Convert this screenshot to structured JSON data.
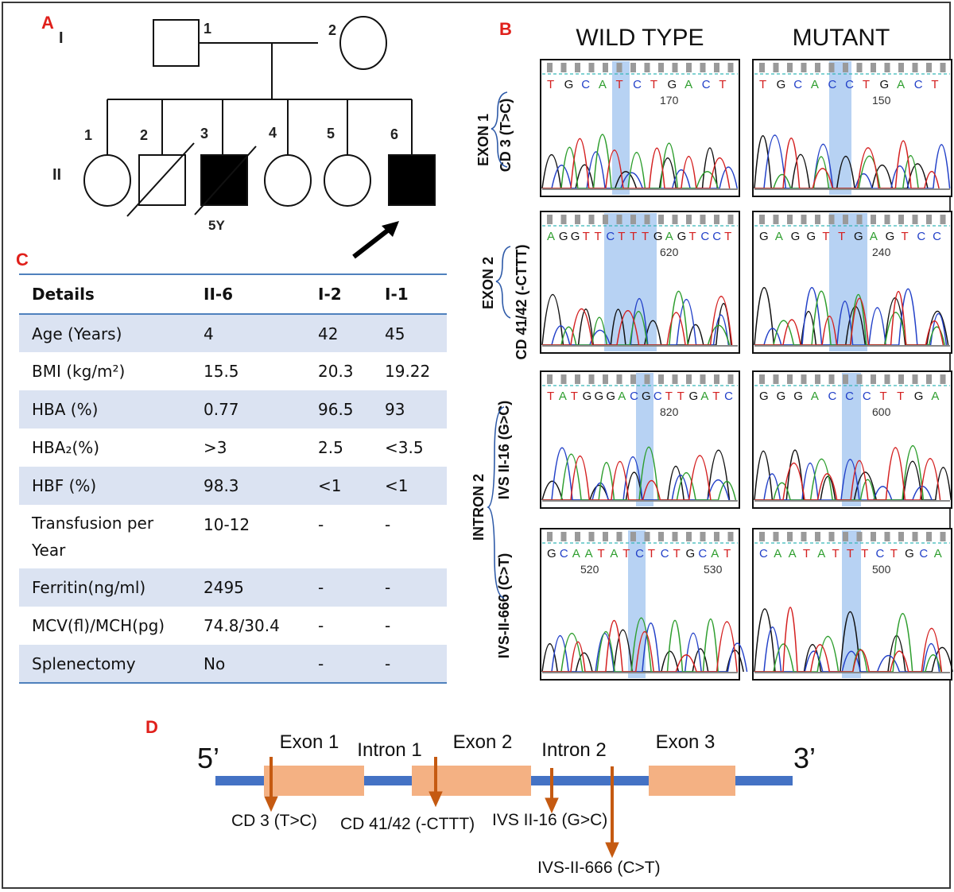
{
  "panels": {
    "a": "A",
    "b": "B",
    "c": "C",
    "d": "D"
  },
  "pedigree": {
    "generations": [
      "I",
      "II"
    ],
    "gen1_numbers": [
      "1",
      "2"
    ],
    "gen2_numbers": [
      "1",
      "2",
      "3",
      "4",
      "5",
      "6"
    ],
    "age_label": "5Y"
  },
  "chromatograms": {
    "headers": {
      "wild_type": "WILD TYPE",
      "mutant": "MUTANT"
    },
    "groups": [
      {
        "label": "EXON 1",
        "mutation": "CD 3 (T>C)"
      },
      {
        "label": "EXON 2",
        "mutation": "CD 41/42 (-CTTT)"
      },
      {
        "label": "INTRON 2",
        "mutation": "IVS II-16 (G>C)"
      },
      {
        "label": "",
        "mutation": "IVS-II-666 (C>T)"
      }
    ],
    "wild_type_traces": [
      {
        "bases": "TGCATCTGACT",
        "pos": "170"
      },
      {
        "bases": "AGGTTCTTTGAGTCCT",
        "pos": "620"
      },
      {
        "bases": "TATGGGACGCTTGATC",
        "pos": "820"
      },
      {
        "bases": "GCAATATCTCTGCAT",
        "pos": "520",
        "pos2": "530"
      }
    ],
    "mutant_traces": [
      {
        "bases": "TGCACCTGACT",
        "pos": "150"
      },
      {
        "bases": "GAGGTTGAGTCC",
        "pos": "240"
      },
      {
        "bases": "GGGACCCTTGA",
        "pos": "600"
      },
      {
        "bases": "CAATATTTCTGCA",
        "pos": "500"
      }
    ],
    "colors": {
      "A": "#2e9e2e",
      "C": "#2240c8",
      "G": "#111111",
      "T": "#d42020",
      "highlight": "#9fc3ef"
    }
  },
  "table": {
    "headers": [
      "Details",
      "II-6",
      "I-2",
      "I-1"
    ],
    "rows": [
      {
        "label": "Age (Years)",
        "ii6": "4",
        "i2": "42",
        "i1": "45"
      },
      {
        "label": "BMI (kg/m²)",
        "ii6": "15.5",
        "i2": "20.3",
        "i1": "19.22"
      },
      {
        "label": "HBA (%)",
        "ii6": "0.77",
        "i2": "96.5",
        "i1": "93"
      },
      {
        "label": "HBA₂(%)",
        "ii6": ">3",
        "i2": "2.5",
        "i1": "<3.5"
      },
      {
        "label": "HBF (%)",
        "ii6": "98.3",
        "i2": "<1",
        "i1": "<1"
      },
      {
        "label": "Transfusion per Year",
        "ii6": "10-12",
        "i2": "-",
        "i1": "-"
      },
      {
        "label": "Ferritin(ng/ml)",
        "ii6": "2495",
        "i2": "-",
        "i1": "-"
      },
      {
        "label": "MCV(fl)/MCH(pg)",
        "ii6": "74.8/30.4",
        "i2": "-",
        "i1": "-"
      },
      {
        "label": "Splenectomy",
        "ii6": "No",
        "i2": "-",
        "i1": "-"
      }
    ]
  },
  "gene_diagram": {
    "five_prime": "5’",
    "three_prime": "3’",
    "regions": [
      "Exon 1",
      "Intron 1",
      "Exon 2",
      "Intron 2",
      "Exon 3"
    ],
    "mutations": [
      "CD 3 (T>C)",
      "CD 41/42 (-CTTT)",
      "IVS II-16 (G>C)",
      "IVS-II-666 (C>T)"
    ],
    "colors": {
      "line": "#4472c4",
      "exon": "#f4b183",
      "arrow": "#c55a11"
    }
  }
}
